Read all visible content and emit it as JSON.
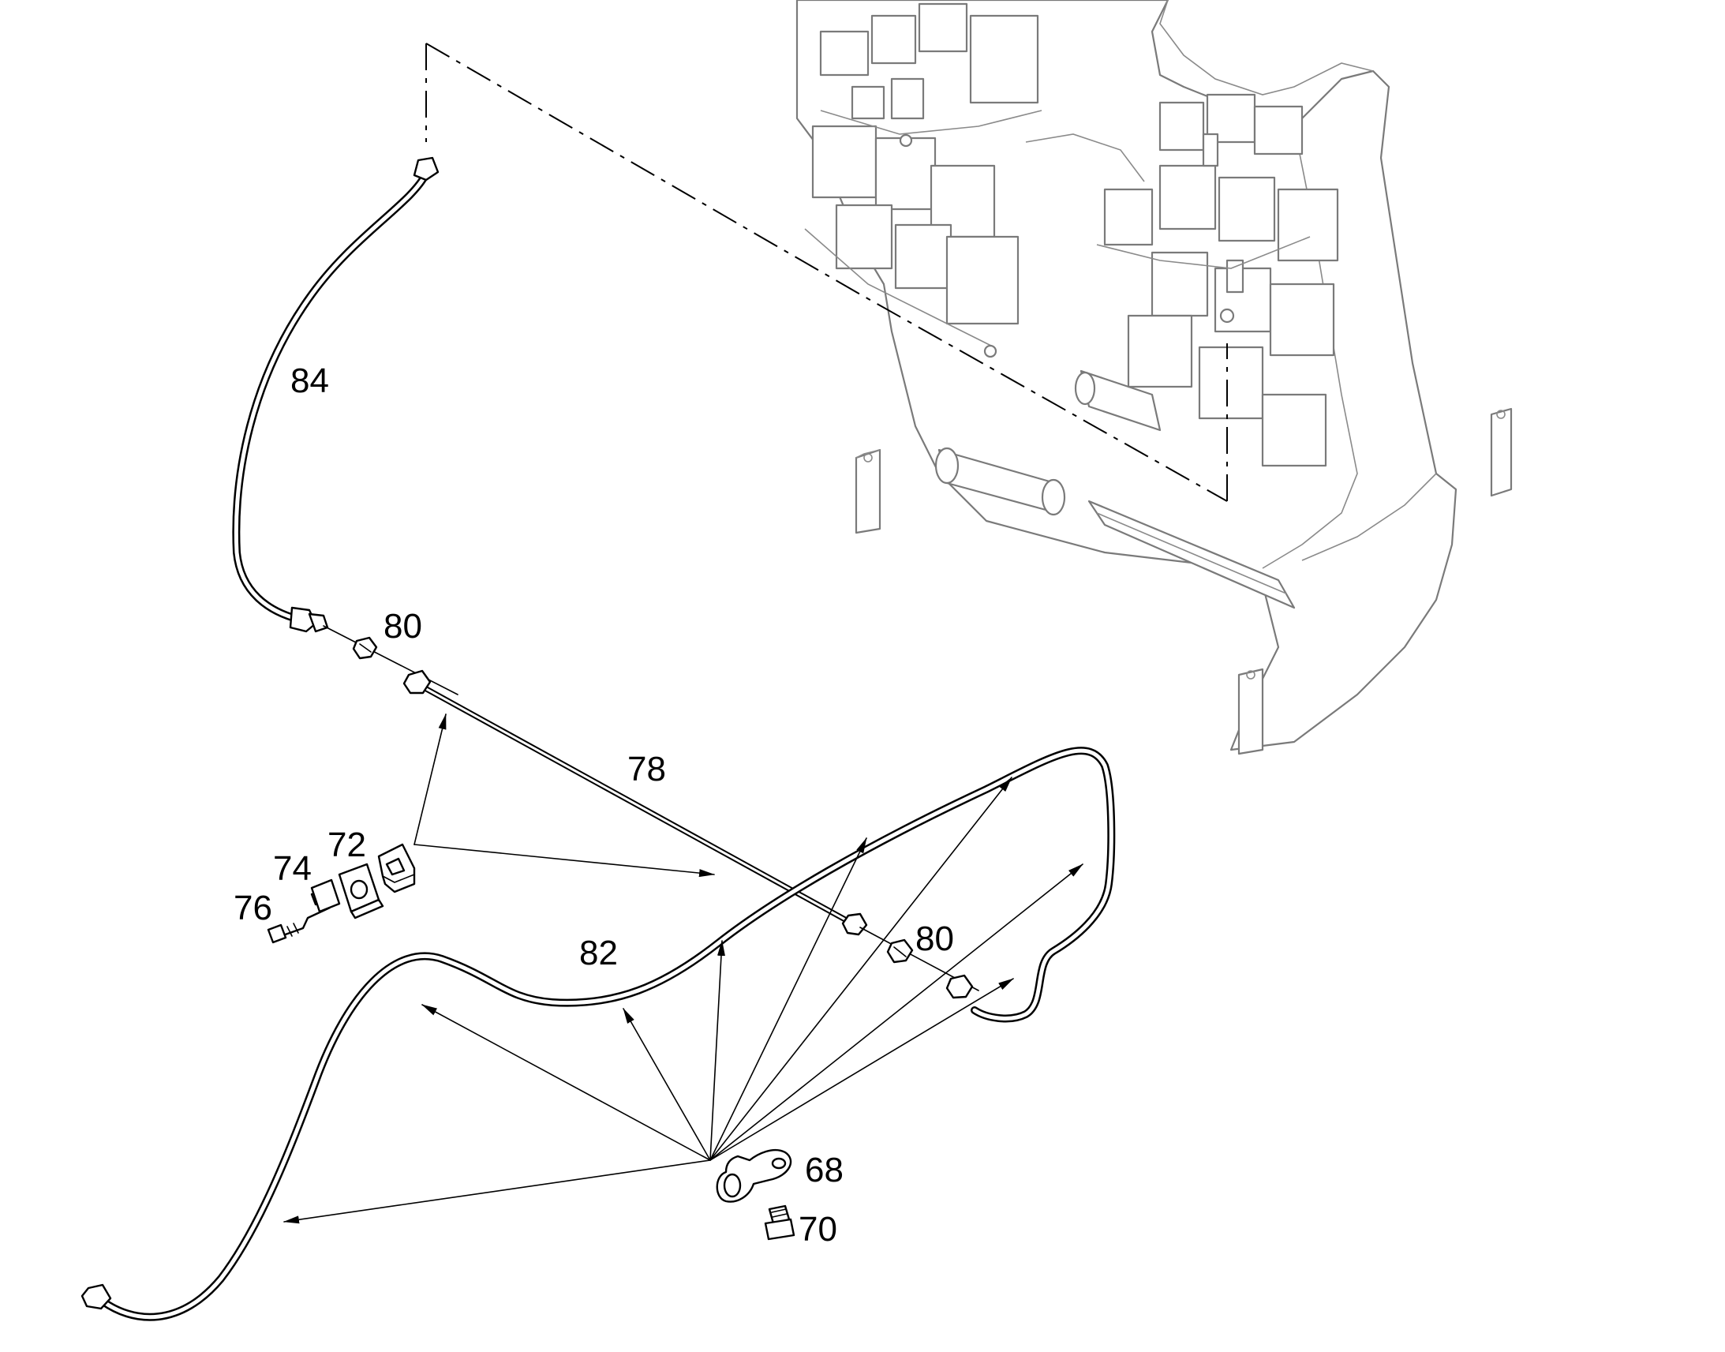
{
  "callouts": {
    "hose_84": "84",
    "nut_80_upper": "80",
    "tube_78": "78",
    "clamp_72": "72",
    "plate_74": "74",
    "screw_76": "76",
    "hose_82": "82",
    "nut_80_lower": "80",
    "clamp_68": "68",
    "screw_70": "70"
  },
  "colors": {
    "line": "#000000",
    "background_assembly": "#7a7a7a",
    "background": "#ffffff"
  }
}
